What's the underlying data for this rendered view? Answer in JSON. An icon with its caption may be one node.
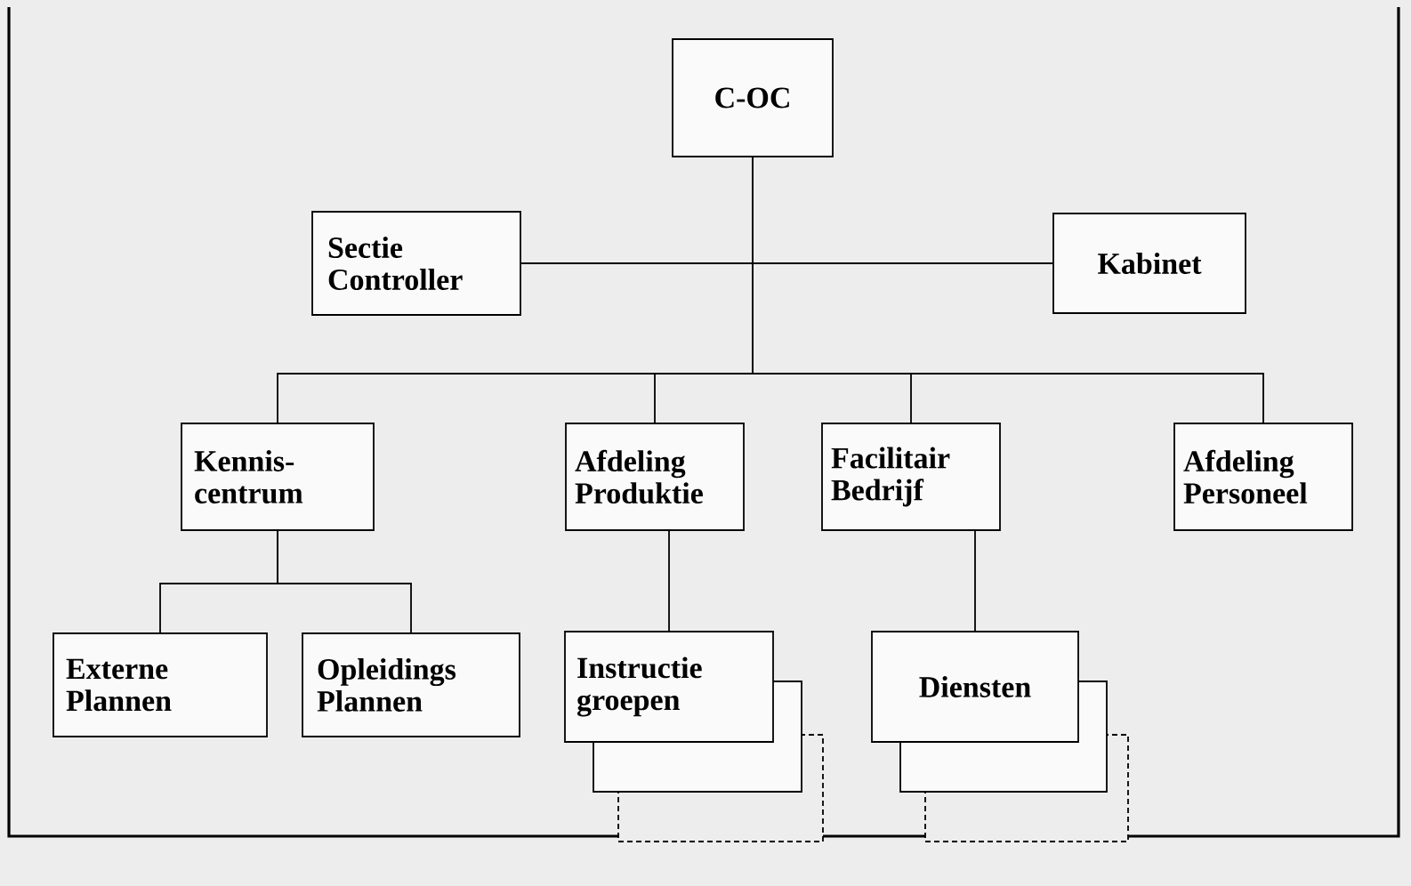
{
  "diagram": {
    "nodes": [
      {
        "text": [
          "C-OC"
        ]
      },
      {
        "text": [
          "Sectie Controller"
        ]
      },
      {
        "text": [
          "Kabinet"
        ]
      },
      {
        "text": [
          "Kennis-centrum"
        ]
      },
      {
        "text": [
          "Afdeling Produktie"
        ]
      },
      {
        "text": [
          "Facilitair Bedrijf"
        ]
      },
      {
        "text": [
          "Afdeling Personeel"
        ]
      },
      {
        "text": [
          "Externe Plannen"
        ]
      },
      {
        "text": [
          "Opleidings Plannen"
        ]
      },
      {
        "text": [
          "Instructie groepen"
        ]
      },
      {
        "text": [
          "Diensten"
        ]
      }
    ],
    "edges": [
      {
        "from": 0,
        "to": 1,
        "arrow": "none"
      },
      {
        "from": 0,
        "to": 2,
        "arrow": "none"
      },
      {
        "from": 0,
        "to": 3,
        "arrow": "none"
      },
      {
        "from": 0,
        "to": 4,
        "arrow": "none"
      },
      {
        "from": 0,
        "to": 5,
        "arrow": "none"
      },
      {
        "from": 0,
        "to": 6,
        "arrow": "none"
      },
      {
        "from": 3,
        "to": 7,
        "arrow": "none"
      },
      {
        "from": 3,
        "to": 8,
        "arrow": "none"
      },
      {
        "from": 4,
        "to": 9,
        "arrow": "none"
      },
      {
        "from": 5,
        "to": 10,
        "arrow": "none"
      }
    ]
  }
}
